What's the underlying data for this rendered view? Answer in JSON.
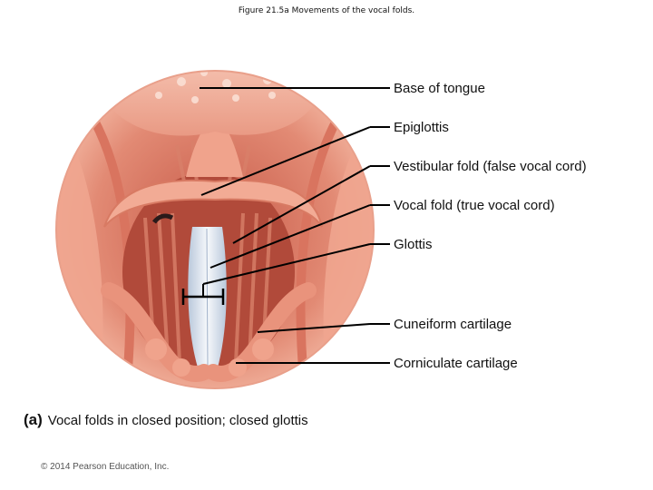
{
  "figure_title": "Figure 21.5a  Movements of the vocal folds.",
  "labels": [
    "Base of tongue",
    "Epiglottis",
    "Vestibular fold (false vocal cord)",
    "Vocal fold (true vocal cord)",
    "Glottis",
    "Cuneiform cartilage",
    "Corniculate cartilage"
  ],
  "caption": {
    "tag": "(a)",
    "text": "Vocal folds in closed position; closed glottis"
  },
  "copyright": "© 2014 Pearson Education, Inc.",
  "colors": {
    "tissue": "#e8907a",
    "tissue_light": "#f4b9a6",
    "tissue_dark": "#c8604e",
    "vocal_fold": "#e9eef5",
    "leader_line": "#000000"
  }
}
